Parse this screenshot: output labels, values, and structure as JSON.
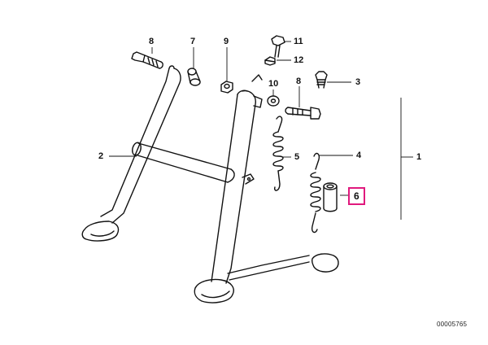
{
  "diagram": {
    "figure_number": "00005765",
    "highlight_color": "#e0197d",
    "callouts": [
      {
        "id": "c8a",
        "label": "8"
      },
      {
        "id": "c7",
        "label": "7"
      },
      {
        "id": "c9",
        "label": "9"
      },
      {
        "id": "c11",
        "label": "11"
      },
      {
        "id": "c12",
        "label": "12"
      },
      {
        "id": "c10",
        "label": "10"
      },
      {
        "id": "c8b",
        "label": "8"
      },
      {
        "id": "c3",
        "label": "3"
      },
      {
        "id": "c2",
        "label": "2"
      },
      {
        "id": "c5",
        "label": "5"
      },
      {
        "id": "c4",
        "label": "4"
      },
      {
        "id": "c1",
        "label": "1"
      },
      {
        "id": "c6",
        "label": "6",
        "highlighted": true
      }
    ]
  }
}
